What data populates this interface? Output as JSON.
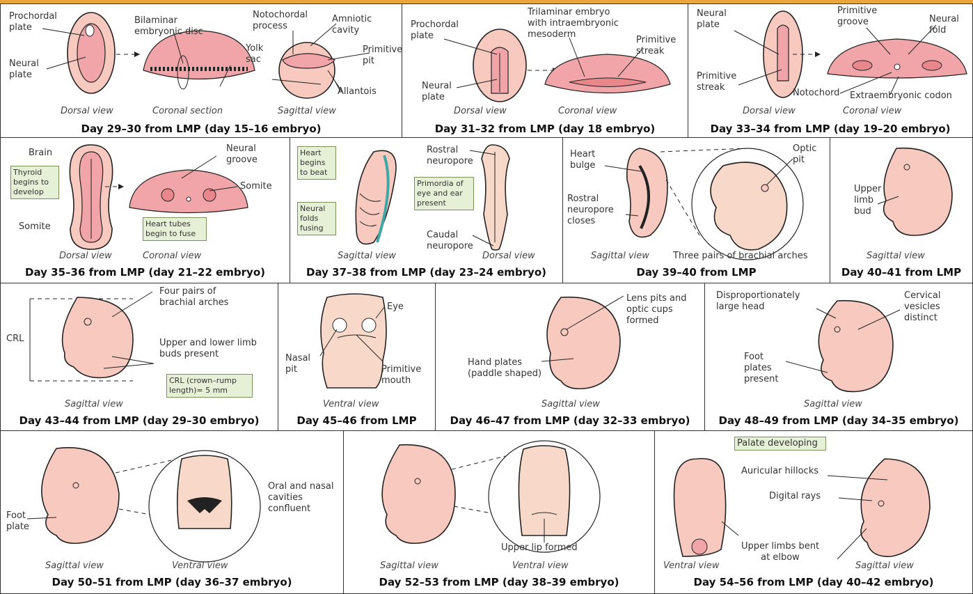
{
  "panels": {
    "p1": {
      "caption": "Day 29–30 from LMP (day 15–16 embryo)",
      "labels": {
        "prochordal": "Prochordal plate",
        "bilaminar": "Bilaminar embryonic disc",
        "notochordal": "Notochordal process",
        "amniotic": "Amniotic cavity",
        "yolk": "Yolk sac",
        "primitive_pit": "Primitive pit",
        "neural_plate": "Neural plate",
        "allantois": "Allantois"
      },
      "views": [
        "Dorsal view",
        "Coronal section",
        "Sagittal view"
      ]
    },
    "p2": {
      "caption": "Day 31–32 from LMP (day 18 embryo)",
      "labels": {
        "prochordal": "Prochordal plate",
        "trilaminar": "Trilaminar embryo with intraembryonic mesoderm",
        "primitive_streak": "Primitive streak",
        "neural_plate": "Neural plate"
      },
      "views": [
        "Dorsal view",
        "Coronal view"
      ]
    },
    "p3": {
      "caption": "Day 33–34 from LMP (day 19–20 embryo)",
      "labels": {
        "neural_plate": "Neural plate",
        "primitive_groove": "Primitive groove",
        "neural_fold": "Neural fold",
        "primitive_streak": "Primitive streak",
        "notochord": "Notochord",
        "extraembryonic": "Extraembryonic codon"
      },
      "views": [
        "Dorsal view",
        "Coronal view"
      ]
    },
    "p4": {
      "caption": "Day 35–36 from LMP (day 21–22 embryo)",
      "labels": {
        "brain": "Brain",
        "neural_groove": "Neural groove",
        "somite_right": "Somite",
        "somite_left": "Somite"
      },
      "boxes": {
        "thyroid": "Thyroid begins to develop",
        "heart_tubes": "Heart tubes begin to fuse"
      },
      "views": [
        "Dorsal view",
        "Coronal view"
      ]
    },
    "p5": {
      "caption": "Day 37–38 from LMP (day 23–24 embryo)",
      "labels": {
        "rostral": "Rostral neuropore",
        "caudal": "Caudal neuropore"
      },
      "boxes": {
        "heart": "Heart begins to beat",
        "neural_folds": "Neural folds fusing",
        "primordia": "Primordia of eye and ear present"
      },
      "views": [
        "Sagittal view",
        "Dorsal view"
      ]
    },
    "p6": {
      "caption": "Day 39–40 from LMP",
      "labels": {
        "heart_bulge": "Heart bulge",
        "rostral": "Rostral neuropore closes",
        "optic_pit": "Optic pit"
      },
      "views": [
        "Sagittal view",
        "Three pairs of brachial arches"
      ]
    },
    "p7": {
      "caption": "Day 40–41 from LMP",
      "labels": {
        "upper_limb": "Upper limb bud"
      },
      "views": [
        "Sagittal view"
      ]
    },
    "p8": {
      "caption": "Day 43–44 from LMP (day 29–30 embryo)",
      "labels": {
        "four_pairs": "Four pairs of brachial arches",
        "crl": "CRL",
        "limb_buds": "Upper and lower limb buds present"
      },
      "boxes": {
        "crl_box": "CRL (crown–rump length)= 5 mm"
      },
      "views": [
        "Sagittal view"
      ]
    },
    "p9": {
      "caption": "Day 45–46 from LMP",
      "labels": {
        "eye": "Eye",
        "nasal_pit": "Nasal pit",
        "primitive_mouth": "Primitive mouth"
      },
      "views": [
        "Ventral view"
      ]
    },
    "p10": {
      "caption": "Day 46–47 from LMP (day 32–33 embryo)",
      "labels": {
        "lens": "Lens pits and optic cups formed",
        "hand": "Hand plates (paddle shaped)"
      },
      "views": [
        "Sagittal view"
      ]
    },
    "p11": {
      "caption": "Day 48–49 from LMP (day 34–35 embryo)",
      "labels": {
        "large_head": "Disproportionately large head",
        "cervical": "Cervical vesicles distinct",
        "foot": "Foot plates present"
      },
      "views": [
        "Sagittal view"
      ]
    },
    "p12": {
      "caption": "Day 50–51 from LMP (day 36–37 embryo)",
      "labels": {
        "foot": "Foot plate",
        "oral": "Oral and nasal cavities confluent"
      },
      "views": [
        "Sagittal view",
        "Ventral view"
      ]
    },
    "p13": {
      "caption": "Day 52–53 from LMP (day 38–39 embryo)",
      "labels": {
        "upper_lip": "Upper lip formed"
      },
      "views": [
        "Sagittal view",
        "Ventral view"
      ]
    },
    "p14": {
      "caption": "Day 54–56 from LMP (day 40–42 embryo)",
      "labels": {
        "auricular": "Auricular hillocks",
        "digital": "Digital rays",
        "upper_limbs": "Upper limbs bent at elbow"
      },
      "boxes": {
        "palate": "Palate developing"
      },
      "views": [
        "Ventral view",
        "Sagittal view"
      ]
    }
  },
  "colors": {
    "embryo_fill": "#f7c9bf",
    "inner_fill": "#f1a5a8",
    "box_fill": "#e6f0d6",
    "top_bar": "#e8a73a"
  }
}
